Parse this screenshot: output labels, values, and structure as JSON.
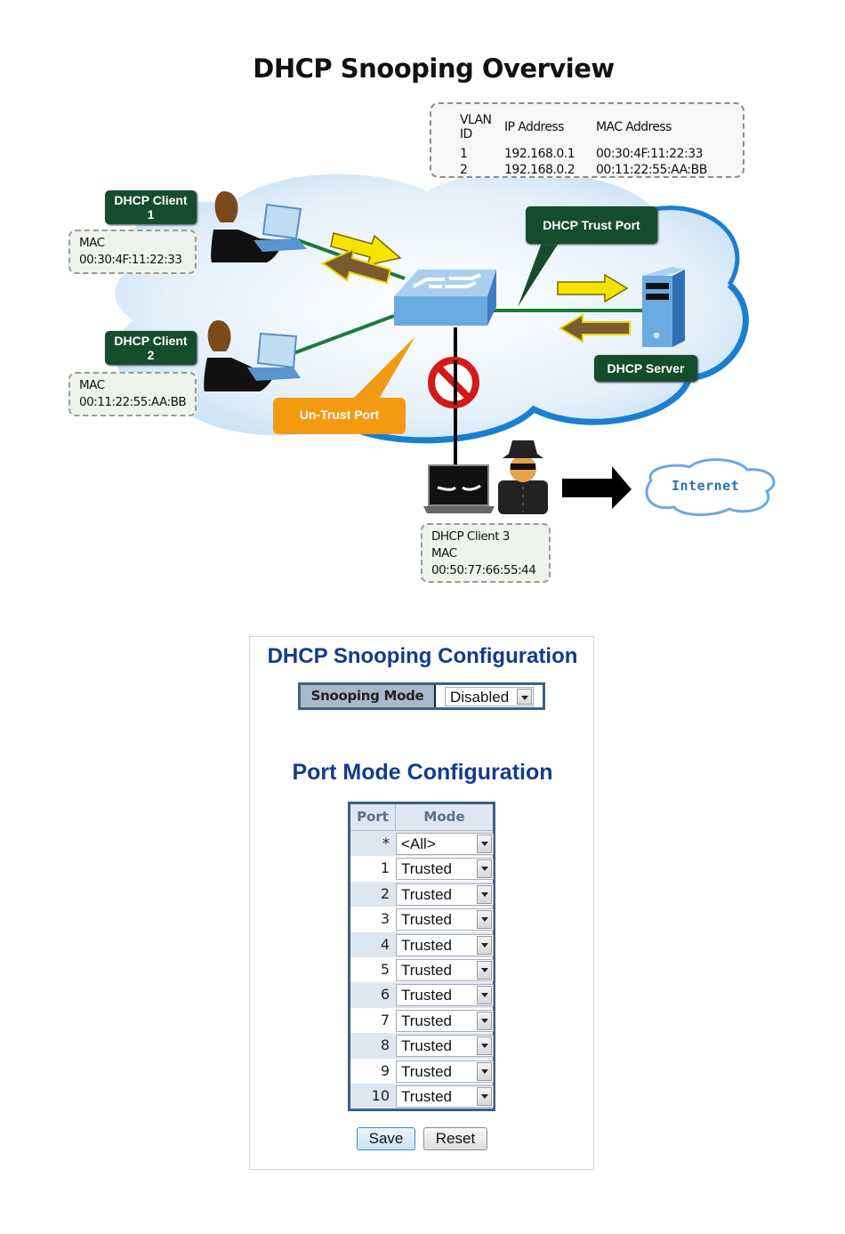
{
  "overview": {
    "title": "DHCP Snooping Overview",
    "binding_table": {
      "headers": [
        "VLAN ID",
        "IP Address",
        "MAC Address"
      ],
      "rows": [
        {
          "vlan": "1",
          "ip": "192.168.0.1",
          "mac": "00:30:4F:11:22:33"
        },
        {
          "vlan": "2",
          "ip": "192.168.0.2",
          "mac": "00:11:22:55:AA:BB"
        }
      ]
    },
    "client1": {
      "line1": "DHCP Client",
      "line2": "1",
      "mac_label": "MAC",
      "mac": "00:30:4F:11:22:33"
    },
    "client2": {
      "line1": "DHCP Client",
      "line2": "2",
      "mac_label": "MAC",
      "mac": "00:11:22:55:AA:BB"
    },
    "client3": {
      "name": "DHCP Client 3",
      "mac_label": "MAC",
      "mac": "00:50:77:66:55:44"
    },
    "trust_port_label": "DHCP Trust Port",
    "untrust_port_label": "Un-Trust Port",
    "server_label": "DHCP Server",
    "internet_label": "Internet",
    "icons": [
      "user-laptop-icon",
      "switch-icon",
      "server-icon",
      "no-entry-icon",
      "hacker-icon",
      "cloud-icon",
      "arrow-right-icon",
      "arrow-left-icon"
    ],
    "colors": {
      "label_green": "#154d2c",
      "untrust_orange": "#f39a12",
      "cloud_blue": "#1b7fd1",
      "link_green": "#1a7a3a",
      "request_yellow": "#f5e400",
      "reply_brown": "#7a5a2e",
      "block_red": "#d21a1a"
    }
  },
  "config": {
    "title": "DHCP Snooping Configuration",
    "snooping_mode": {
      "label": "Snooping Mode",
      "value": "Disabled"
    },
    "port_mode": {
      "title": "Port Mode Configuration",
      "headers": {
        "port": "Port",
        "mode": "Mode"
      },
      "rows": [
        {
          "port": "*",
          "mode": "<All>"
        },
        {
          "port": "1",
          "mode": "Trusted"
        },
        {
          "port": "2",
          "mode": "Trusted"
        },
        {
          "port": "3",
          "mode": "Trusted"
        },
        {
          "port": "4",
          "mode": "Trusted"
        },
        {
          "port": "5",
          "mode": "Trusted"
        },
        {
          "port": "6",
          "mode": "Trusted"
        },
        {
          "port": "7",
          "mode": "Trusted"
        },
        {
          "port": "8",
          "mode": "Trusted"
        },
        {
          "port": "9",
          "mode": "Trusted"
        },
        {
          "port": "10",
          "mode": "Trusted"
        }
      ]
    },
    "buttons": {
      "save": "Save",
      "reset": "Reset"
    },
    "colors": {
      "title_blue": "#123c8c",
      "table_border": "#3d5f8a",
      "header_bg": "#dde6f1",
      "mode_label_bg": "#a9b9cd"
    }
  }
}
